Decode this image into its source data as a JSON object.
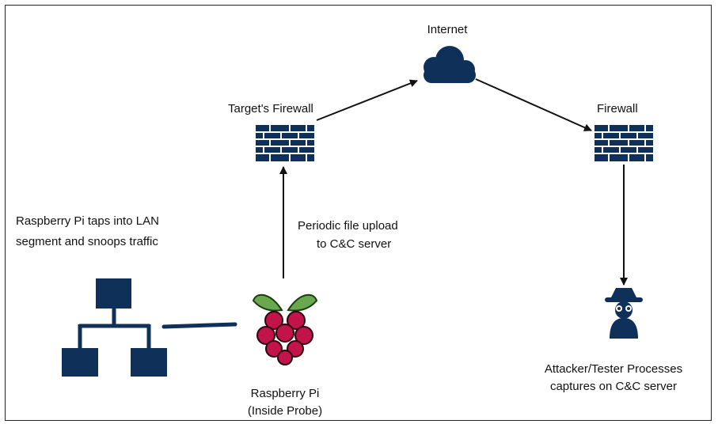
{
  "nodes": {
    "internet": {
      "label": "Internet",
      "icon": "cloud-icon"
    },
    "target_firewall": {
      "label": "Target's Firewall",
      "icon": "firewall-icon"
    },
    "firewall": {
      "label": "Firewall",
      "icon": "firewall-icon"
    },
    "raspberry_pi": {
      "label_line1": "Raspberry Pi",
      "label_line2": "(Inside Probe)",
      "icon": "raspberry-pi-icon"
    },
    "lan": {
      "label_line1": "Raspberry Pi taps into LAN",
      "label_line2": "segment and snoops traffic",
      "icon": "network-hierarchy-icon"
    },
    "attacker": {
      "label_line1": "Attacker/Tester Processes",
      "label_line2": "captures on C&C server",
      "icon": "spy-icon"
    }
  },
  "edges": {
    "upload_label_line1": "Periodic file upload",
    "upload_label_line2": "to C&C server"
  },
  "colors": {
    "navy": "#0f3159",
    "raspberry_red": "#c2134a",
    "leaf_green": "#6aa84f",
    "line": "#111111"
  }
}
